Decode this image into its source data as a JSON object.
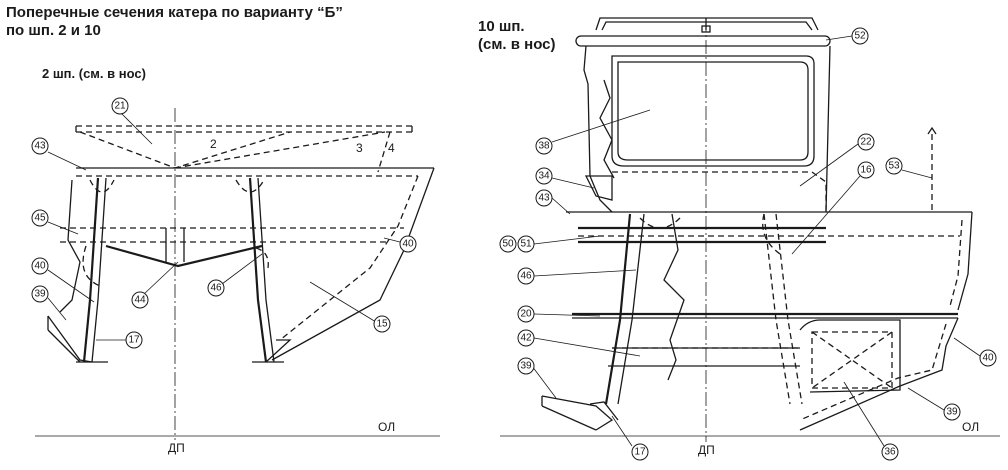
{
  "titles": {
    "main_line1": "Поперечные сечения катера по варианту “Б”",
    "main_line2": "по шп. 2 и 10",
    "left_section": "2 шп. (см. в нос)",
    "right_section_line1": "10 шп.",
    "right_section_line2": "(см. в нос)"
  },
  "axis_labels": {
    "dp_left": "ДП",
    "dp_right": "ДП",
    "ol_left": "ОЛ",
    "ol_right": "ОЛ"
  },
  "frame_numbers": [
    "2",
    "3",
    "4"
  ],
  "callouts_left": [
    "21",
    "43",
    "45",
    "40",
    "39",
    "44",
    "17",
    "46",
    "40",
    "15"
  ],
  "callouts_right": [
    "52",
    "38",
    "22",
    "53",
    "34",
    "16",
    "43",
    "50",
    "51",
    "46",
    "20",
    "42",
    "40",
    "39",
    "39",
    "17",
    "36"
  ]
}
